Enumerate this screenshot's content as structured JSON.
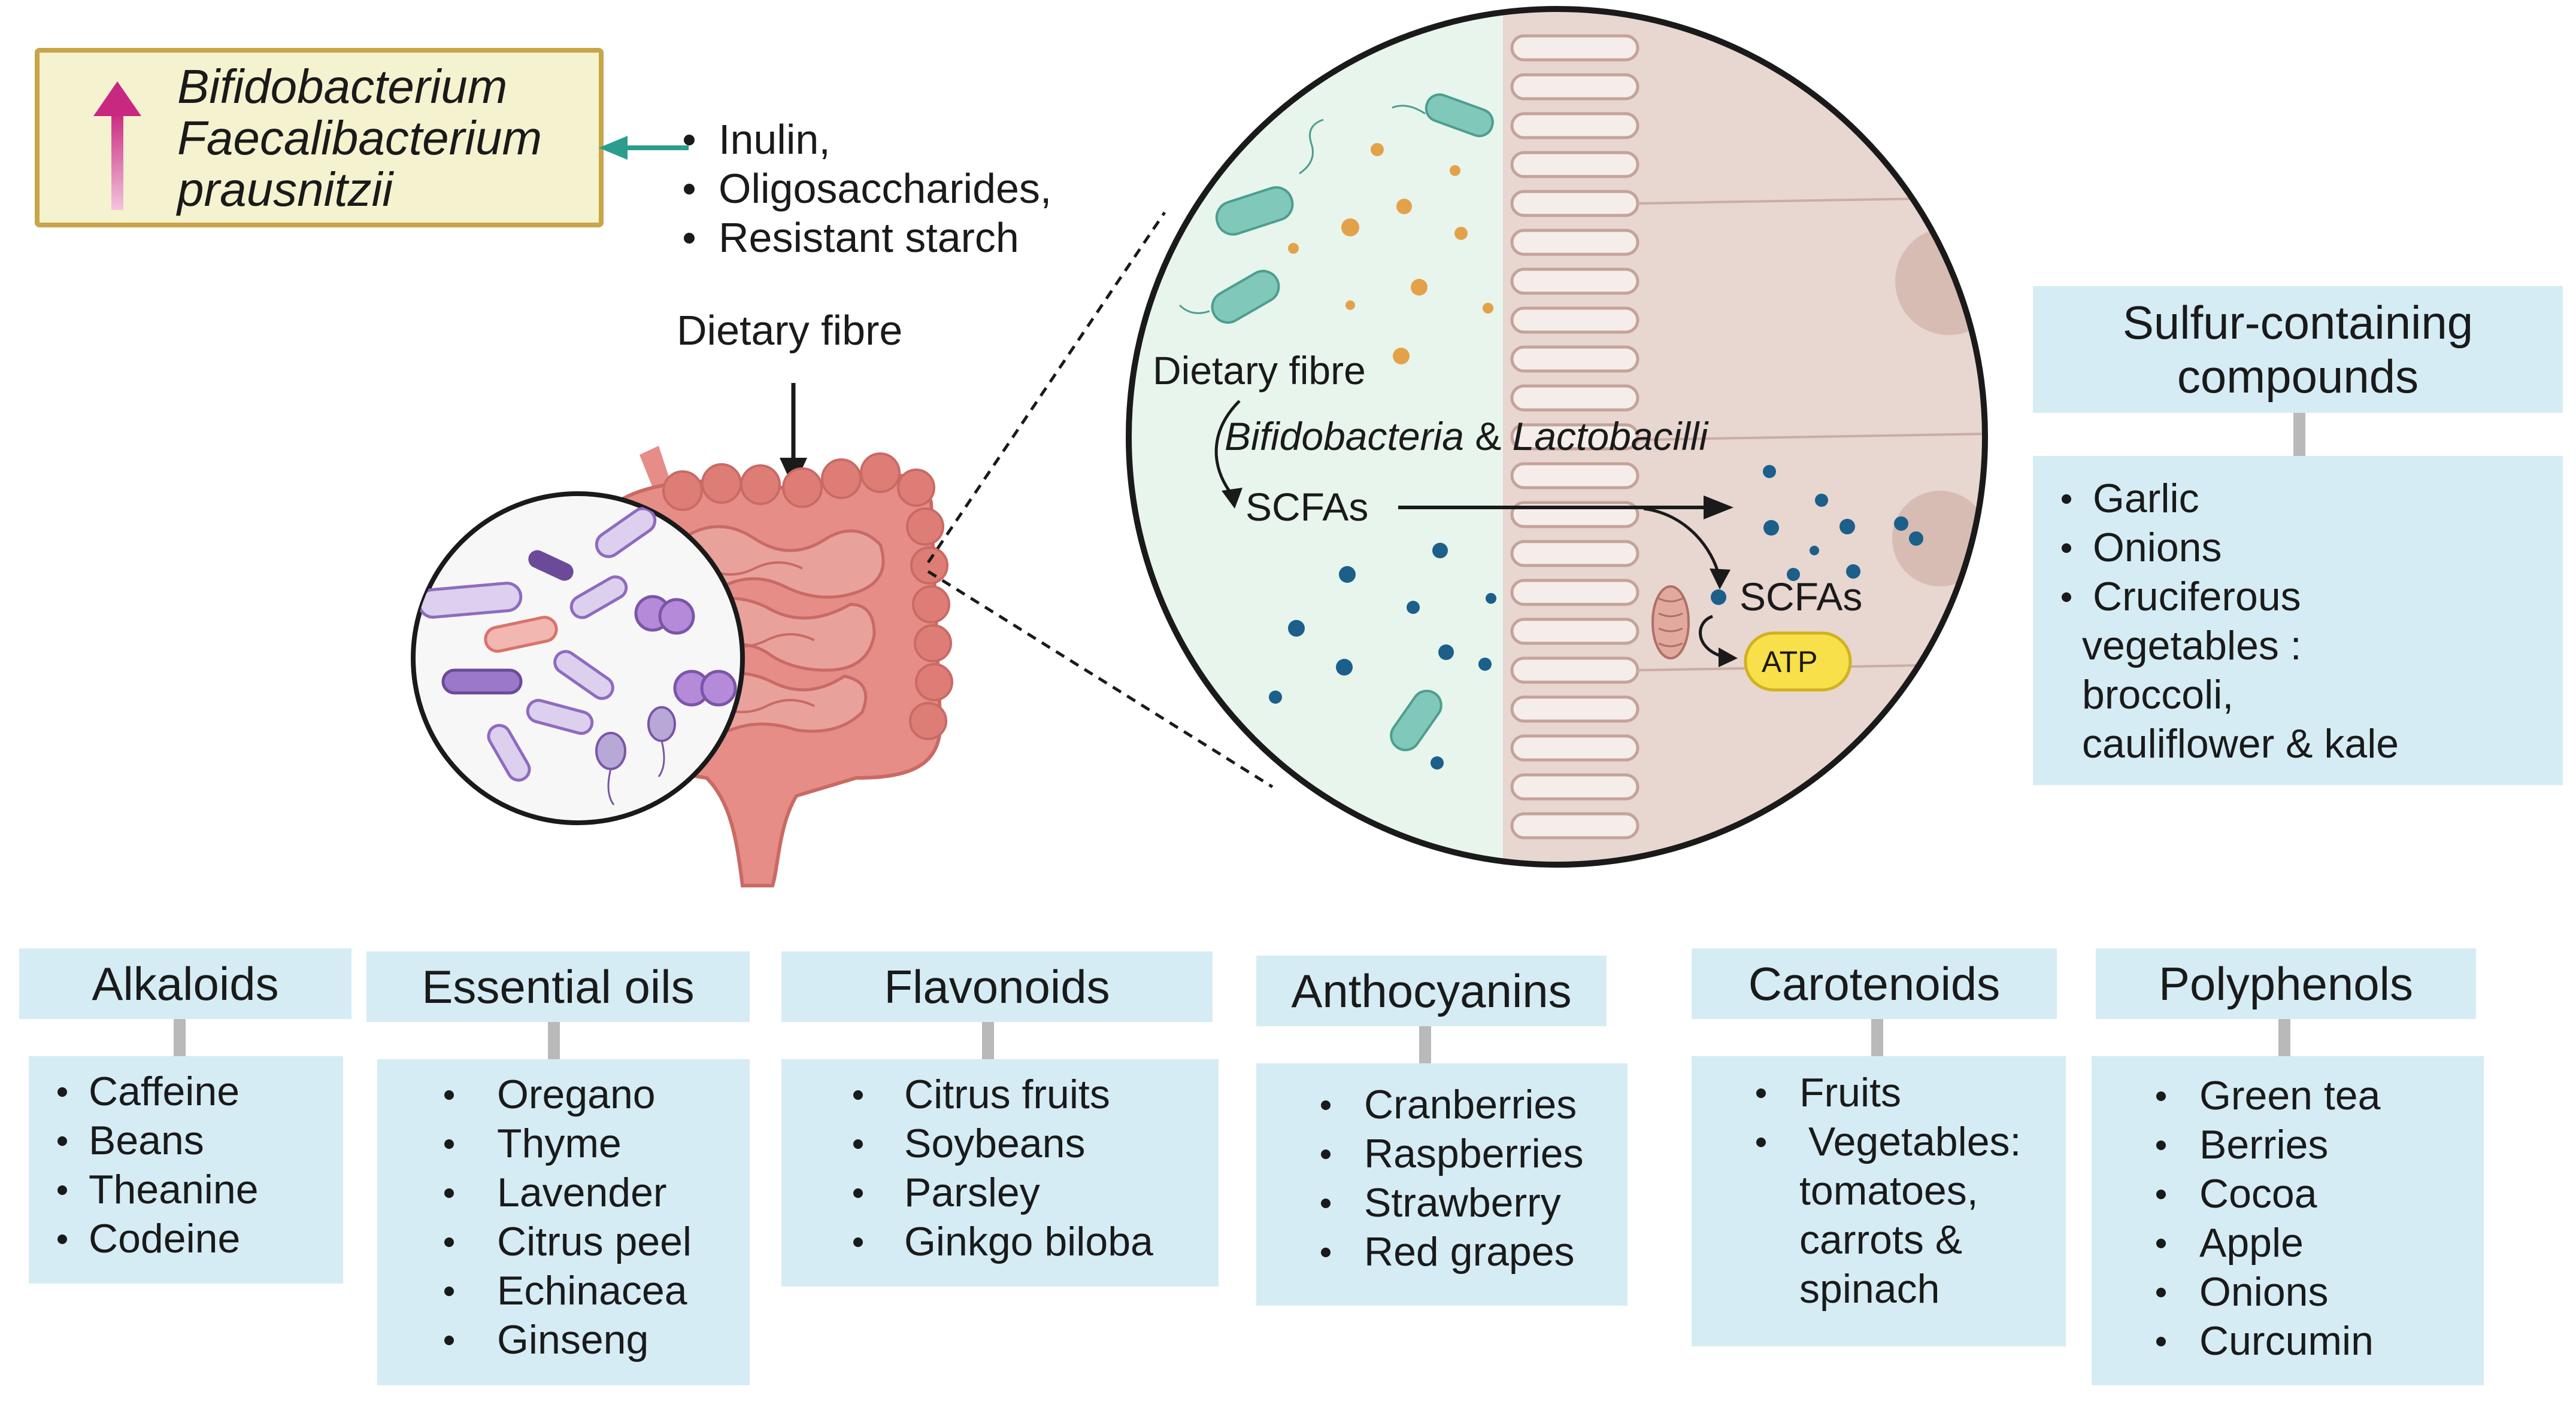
{
  "bacteria_box": {
    "names": [
      "Bifidobacterium",
      "Faecalibacterium",
      "prausnitzii"
    ]
  },
  "fibre_types": [
    "Inulin,",
    "Oligosaccharides,",
    "Resistant starch"
  ],
  "dietary_fibre_label": "Dietary fibre",
  "magnified": {
    "dietary_fibre": "Dietary fibre",
    "bacteria_pre": "Bifidobacteria",
    "bacteria_amp": " & ",
    "bacteria_post": "Lactobacilli",
    "scfas_lumen": "SCFAs",
    "scfas_cell": "SCFAs",
    "atp": "ATP"
  },
  "categories": {
    "sulfur": {
      "title_line1": "Sulfur-containing",
      "title_line2": "compounds",
      "items": [
        "Garlic",
        "Onions",
        "Cruciferous"
      ],
      "continuation": [
        "vegetables :",
        "broccoli,",
        "cauliflower & kale"
      ]
    },
    "alkaloids": {
      "title": "Alkaloids",
      "items": [
        "Caffeine",
        "Beans",
        "Theanine",
        "Codeine"
      ]
    },
    "essential_oils": {
      "title": "Essential oils",
      "items": [
        "Oregano",
        "Thyme",
        "Lavender",
        "Citrus peel",
        "Echinacea",
        "Ginseng"
      ]
    },
    "flavonoids": {
      "title": "Flavonoids",
      "items": [
        "Citrus fruits",
        "Soybeans",
        "Parsley",
        "Ginkgo biloba"
      ]
    },
    "anthocyanins": {
      "title": "Anthocyanins",
      "items": [
        "Cranberries",
        "Raspberries",
        "Strawberry",
        "Red grapes"
      ]
    },
    "carotenoids": {
      "title": "Carotenoids",
      "items": [
        "Fruits",
        "Vegetables:"
      ],
      "continuation": [
        "tomatoes,",
        "carrots &",
        "spinach"
      ]
    },
    "polyphenols": {
      "title": "Polyphenols",
      "items": [
        "Green tea",
        "Berries",
        "Cocoa",
        "Apple",
        "Onions",
        "Curcumin"
      ]
    }
  },
  "colors": {
    "box_fill": "#d5ecf4",
    "bacteria_box_fill": "#f5f2cf",
    "bacteria_box_border": "#c8a54a",
    "up_arrow": "#d0408f",
    "teal_arrow": "#2a9d8f",
    "gut": "#e58d86",
    "scfa_dot": "#1b5f8a"
  },
  "icons": [
    "up-arrow-icon",
    "teal-left-arrow-icon",
    "down-arrow-icon",
    "intestine-icon",
    "microbiota-circle-icon",
    "mitochondrion-icon",
    "bacterium-icon"
  ]
}
